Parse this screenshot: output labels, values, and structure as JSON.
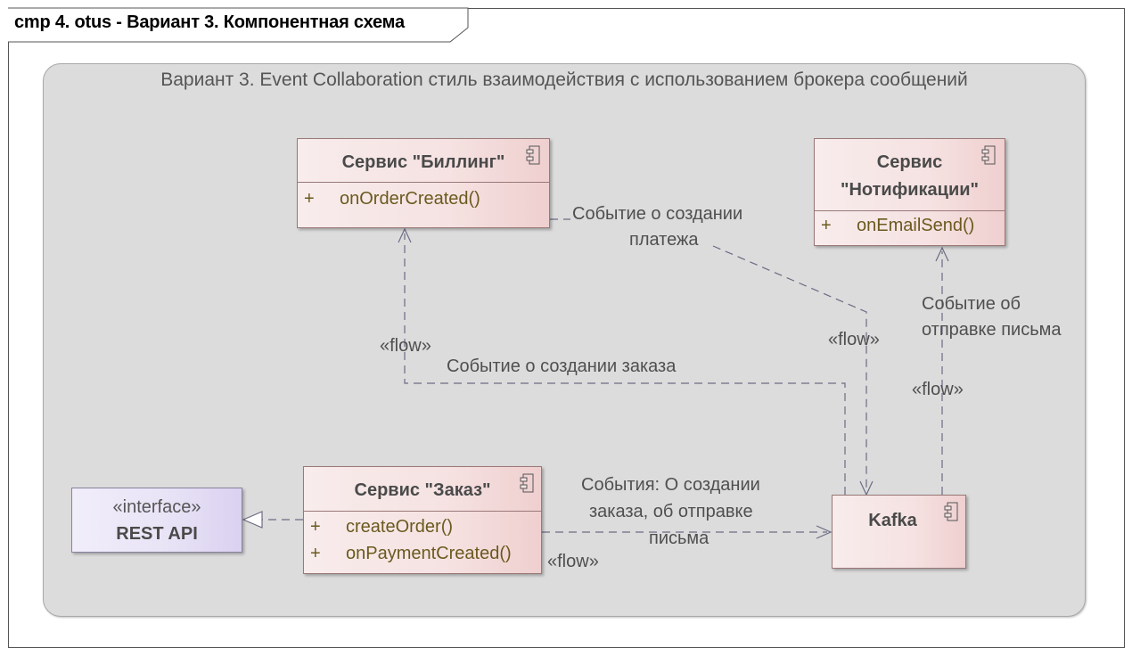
{
  "diagram": {
    "title": "cmp 4. otus - Вариант 3. Компонентная схема",
    "boundary_title": "Вариант 3. Event Collaboration стиль взаимодействия с использованием брокера сообщений"
  },
  "components": {
    "billing": {
      "name": "Сервис \"Биллинг\"",
      "ops": [
        {
          "vis": "+",
          "name": "onOrderCreated()"
        }
      ]
    },
    "notify": {
      "name_line1": "Сервис",
      "name_line2": "\"Нотификации\"",
      "ops": [
        {
          "vis": "+",
          "name": "onEmailSend()"
        }
      ]
    },
    "order": {
      "name": "Сервис \"Заказ\"",
      "ops": [
        {
          "vis": "+",
          "name": "createOrder()"
        },
        {
          "vis": "+",
          "name": "onPaymentCreated()"
        }
      ]
    },
    "kafka": {
      "name": "Kafka"
    },
    "rest_api": {
      "stereotype": "«interface»",
      "name": "REST API"
    }
  },
  "flows": {
    "payment_event_l1": "Событие о создании",
    "payment_event_l2": "платежа",
    "payment_stereo": "«flow»",
    "order_event": "Событие о создании заказа",
    "order_stereo": "«flow»",
    "email_event_l1": "Событие об",
    "email_event_l2": "отправке письма",
    "email_stereo": "«flow»",
    "order_to_kafka_l1": "События: О создании",
    "order_to_kafka_l2": "заказа, об отправке",
    "order_to_kafka_l3": "письма",
    "order_to_kafka_stereo": "«flow»"
  }
}
